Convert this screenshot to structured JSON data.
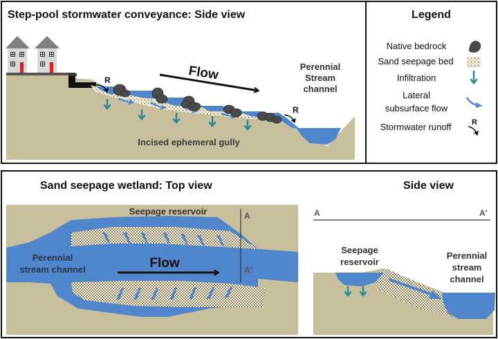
{
  "colors": {
    "ground": "#c8bf9c",
    "water": "#4f86cc",
    "water_light": "#5a8fd6",
    "rock": "#4a4a4a",
    "sand_bg": "#f4efdc",
    "sand_dot": "#7a6a3c",
    "infiltration_arrow": "#2a8a9a",
    "lateral_arrow": "#4a8ad8",
    "roof": "#808080",
    "house": "#d9d9d9",
    "door": "#e01e1e"
  },
  "top_panel": {
    "title": "Step-pool stormwater conveyance: Side view",
    "flow_label": "Flow",
    "runoff_label_1": "R",
    "runoff_label_2": "R",
    "perennial_label": [
      "Perennial",
      "Stream",
      "channel"
    ],
    "gully_label": "Incised ephemeral gully",
    "houses": [
      "house-1",
      "house-2"
    ]
  },
  "legend": {
    "title": "Legend",
    "items": [
      {
        "label": [
          "Native bedrock"
        ],
        "icon": "bedrock-icon"
      },
      {
        "label": [
          "Sand seepage bed"
        ],
        "icon": "sand-bed-icon"
      },
      {
        "label": [
          "Infiltration"
        ],
        "icon": "infiltration-arrow-icon"
      },
      {
        "label": [
          "Lateral",
          "subsurface flow"
        ],
        "icon": "lateral-flow-arrow-icon"
      },
      {
        "label": [
          "Stormwater runoff"
        ],
        "icon": "runoff-arrow-icon",
        "symbol": "R"
      }
    ]
  },
  "bottom_left": {
    "title": "Sand seepage wetland: Top view",
    "reservoir_label": "Seepage reservoir",
    "stream_label": [
      "Perennial",
      "stream channel"
    ],
    "flow_label": "Flow",
    "section_start": "A",
    "section_end": "Aʹ"
  },
  "bottom_right": {
    "title": "Side view",
    "section_start": "A",
    "section_end": "Aʹ",
    "reservoir_label": [
      "Seepage",
      "reservoir"
    ],
    "stream_label": [
      "Perennial",
      "stream",
      "channel"
    ]
  }
}
